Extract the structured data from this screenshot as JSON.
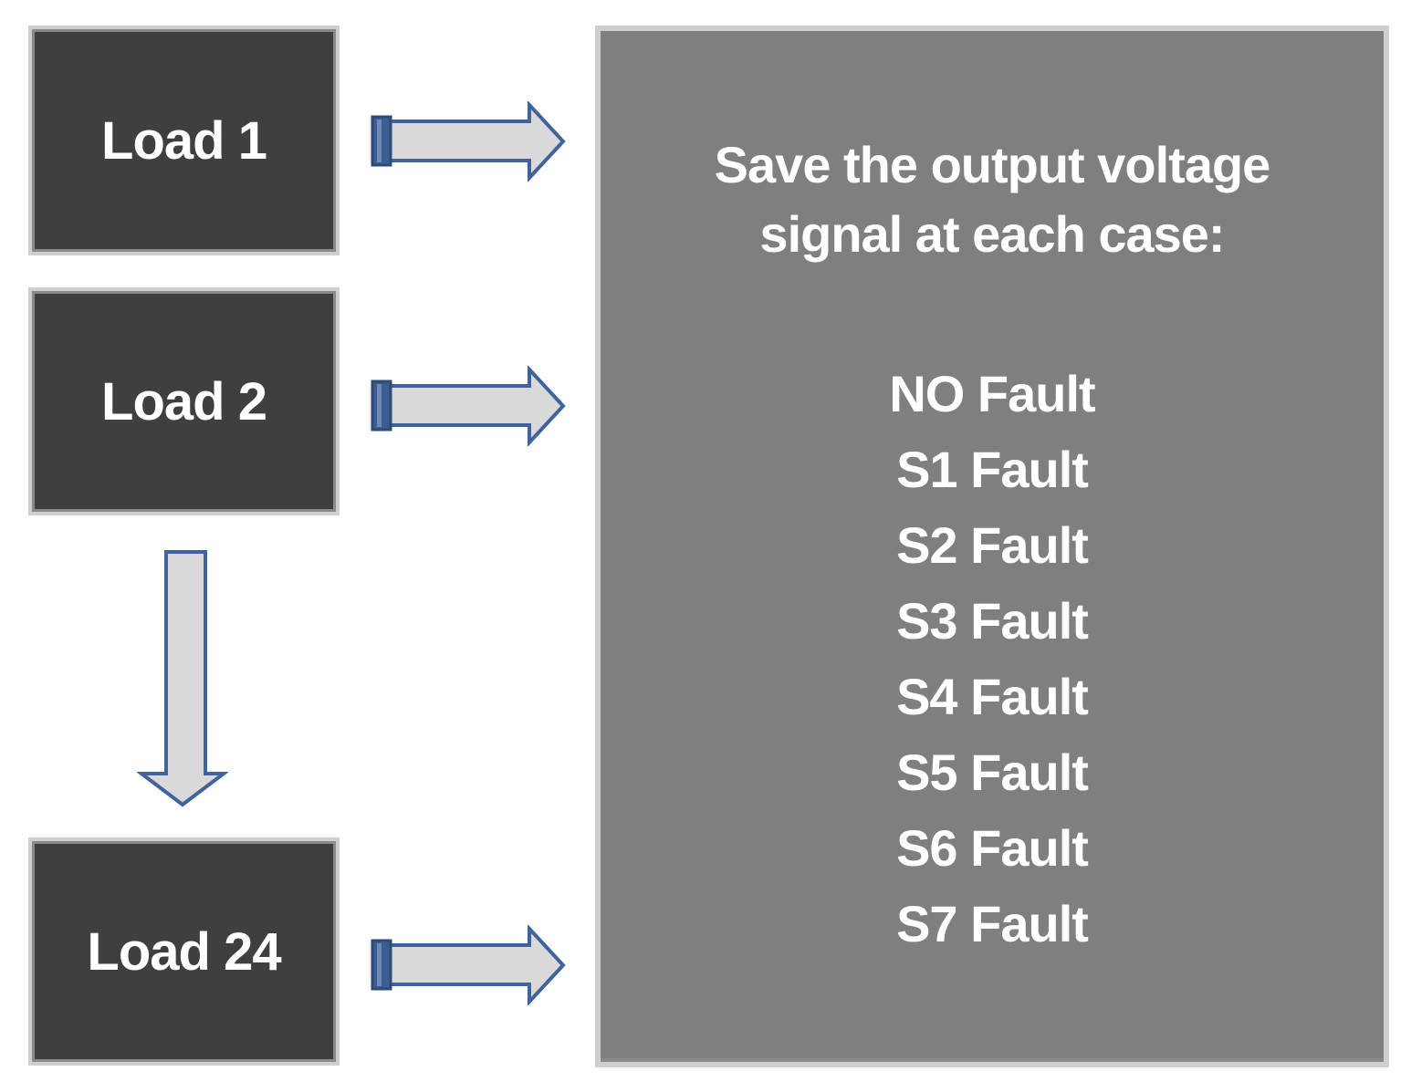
{
  "colors": {
    "page_bg": "#ffffff",
    "load_box_fill": "#3f3f3f",
    "panel_fill": "#7f7f7f",
    "border_light": "#cfcfcf",
    "border_mid": "#8a8a8a",
    "arrow_fill": "#d9d9d9",
    "arrow_stroke": "#3f639c",
    "arrow_tail_fill": "#3c5d92",
    "arrow_tail_stroke": "#2c4a7a",
    "arrow_tail_stripe": "#6d89b4",
    "text_color": "#ffffff"
  },
  "loads": [
    "Load 1",
    "Load 2",
    "Load 24"
  ],
  "panel": {
    "title_lines": [
      "Save the output voltage",
      "signal at each case:"
    ],
    "cases": [
      "NO Fault",
      "S1 Fault",
      "S2 Fault",
      "S3 Fault",
      "S4 Fault",
      "S5 Fault",
      "S6 Fault",
      "S7 Fault"
    ]
  }
}
